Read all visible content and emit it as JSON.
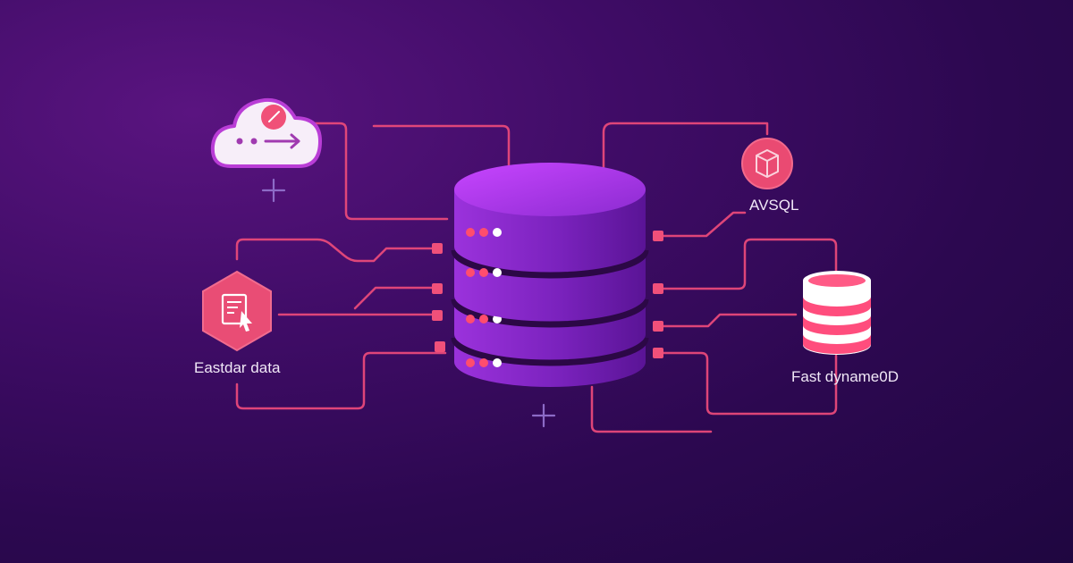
{
  "labels": {
    "left_node": "Eastdar data",
    "top_right_node": "AVSQL",
    "bottom_right_node": "Fast dyname0D"
  },
  "icons": {
    "cloud": "cloud-transfer-icon",
    "document": "document-cursor-icon",
    "box": "package-box-icon",
    "database_small": "database-stack-icon",
    "database_main": "database-server-icon"
  },
  "colors": {
    "connector": "#f0507a",
    "accent_pink": "#ff4d7d",
    "database_body": "#8a2bc6",
    "database_top": "#b63df0",
    "background": "#3f0c66"
  }
}
